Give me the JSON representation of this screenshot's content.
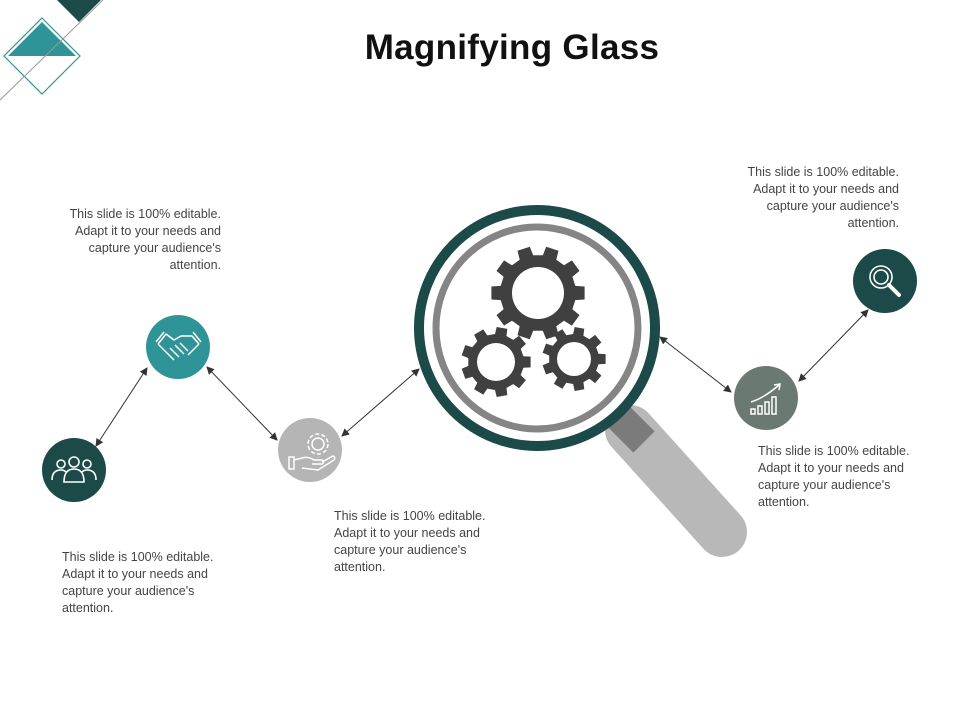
{
  "slide": {
    "title": "Magnifying Glass",
    "colors": {
      "dark_teal": "#1b4a48",
      "teal": "#2e9497",
      "gray": "#b5b5b5",
      "slate": "#6a7a72",
      "dark_gray": "#404040",
      "light_gray": "#9a9a9a"
    }
  },
  "nodes": [
    {
      "icon": "users-icon",
      "text": "This slide is 100% editable. Adapt it to your needs and capture your audience's attention."
    },
    {
      "icon": "handshake-icon",
      "text": "This slide is 100% editable. Adapt it to your needs and capture your audience's attention."
    },
    {
      "icon": "gear-hand-icon",
      "text": "This slide is 100% editable. Adapt it to your needs and capture your audience's attention."
    },
    {
      "icon": "growth-chart-icon",
      "text": "This slide is 100% editable. Adapt it to your needs and capture your audience's attention."
    },
    {
      "icon": "search-icon",
      "text": "This slide is 100% editable. Adapt it to your needs and capture your audience's attention."
    }
  ]
}
